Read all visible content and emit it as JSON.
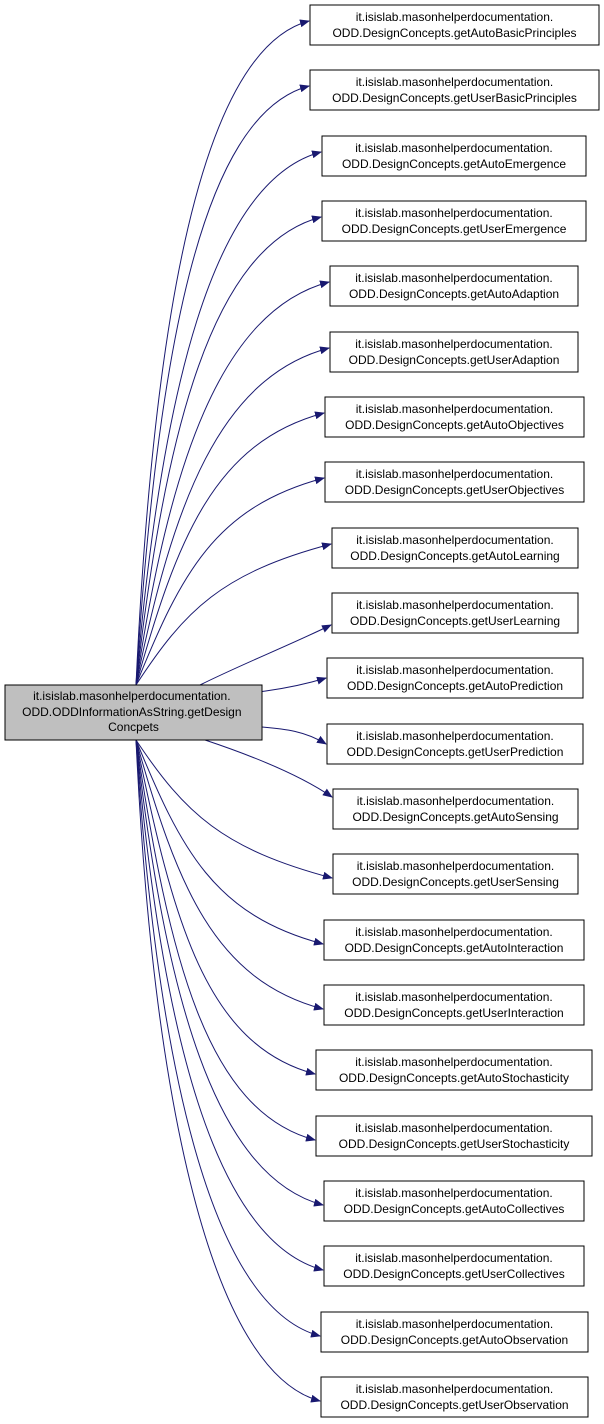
{
  "source_node": {
    "lines": [
      "it.isislab.masonhelperdocumentation.",
      "ODD.ODDInformationAsString.getDesign",
      "Concpets"
    ]
  },
  "target_nodes": [
    {
      "lines": [
        "it.isislab.masonhelperdocumentation.",
        "ODD.DesignConcepts.getAutoBasicPrinciples"
      ]
    },
    {
      "lines": [
        "it.isislab.masonhelperdocumentation.",
        "ODD.DesignConcepts.getUserBasicPrinciples"
      ]
    },
    {
      "lines": [
        "it.isislab.masonhelperdocumentation.",
        "ODD.DesignConcepts.getAutoEmergence"
      ]
    },
    {
      "lines": [
        "it.isislab.masonhelperdocumentation.",
        "ODD.DesignConcepts.getUserEmergence"
      ]
    },
    {
      "lines": [
        "it.isislab.masonhelperdocumentation.",
        "ODD.DesignConcepts.getAutoAdaption"
      ]
    },
    {
      "lines": [
        "it.isislab.masonhelperdocumentation.",
        "ODD.DesignConcepts.getUserAdaption"
      ]
    },
    {
      "lines": [
        "it.isislab.masonhelperdocumentation.",
        "ODD.DesignConcepts.getAutoObjectives"
      ]
    },
    {
      "lines": [
        "it.isislab.masonhelperdocumentation.",
        "ODD.DesignConcepts.getUserObjectives"
      ]
    },
    {
      "lines": [
        "it.isislab.masonhelperdocumentation.",
        "ODD.DesignConcepts.getAutoLearning"
      ]
    },
    {
      "lines": [
        "it.isislab.masonhelperdocumentation.",
        "ODD.DesignConcepts.getUserLearning"
      ]
    },
    {
      "lines": [
        "it.isislab.masonhelperdocumentation.",
        "ODD.DesignConcepts.getAutoPrediction"
      ]
    },
    {
      "lines": [
        "it.isislab.masonhelperdocumentation.",
        "ODD.DesignConcepts.getUserPrediction"
      ]
    },
    {
      "lines": [
        "it.isislab.masonhelperdocumentation.",
        "ODD.DesignConcepts.getAutoSensing"
      ]
    },
    {
      "lines": [
        "it.isislab.masonhelperdocumentation.",
        "ODD.DesignConcepts.getUserSensing"
      ]
    },
    {
      "lines": [
        "it.isislab.masonhelperdocumentation.",
        "ODD.DesignConcepts.getAutoInteraction"
      ]
    },
    {
      "lines": [
        "it.isislab.masonhelperdocumentation.",
        "ODD.DesignConcepts.getUserInteraction"
      ]
    },
    {
      "lines": [
        "it.isislab.masonhelperdocumentation.",
        "ODD.DesignConcepts.getAutoStochasticity"
      ]
    },
    {
      "lines": [
        "it.isislab.masonhelperdocumentation.",
        "ODD.DesignConcepts.getUserStochasticity"
      ]
    },
    {
      "lines": [
        "it.isislab.masonhelperdocumentation.",
        "ODD.DesignConcepts.getAutoCollectives"
      ]
    },
    {
      "lines": [
        "it.isislab.masonhelperdocumentation.",
        "ODD.DesignConcepts.getUserCollectives"
      ]
    },
    {
      "lines": [
        "it.isislab.masonhelperdocumentation.",
        "ODD.DesignConcepts.getAutoObservation"
      ]
    },
    {
      "lines": [
        "it.isislab.masonhelperdocumentation.",
        "ODD.DesignConcepts.getUserObservation"
      ]
    }
  ],
  "colors": {
    "edge": "#191970",
    "source_fill": "#bfbfbf",
    "target_fill": "#ffffff",
    "border": "#000000"
  }
}
